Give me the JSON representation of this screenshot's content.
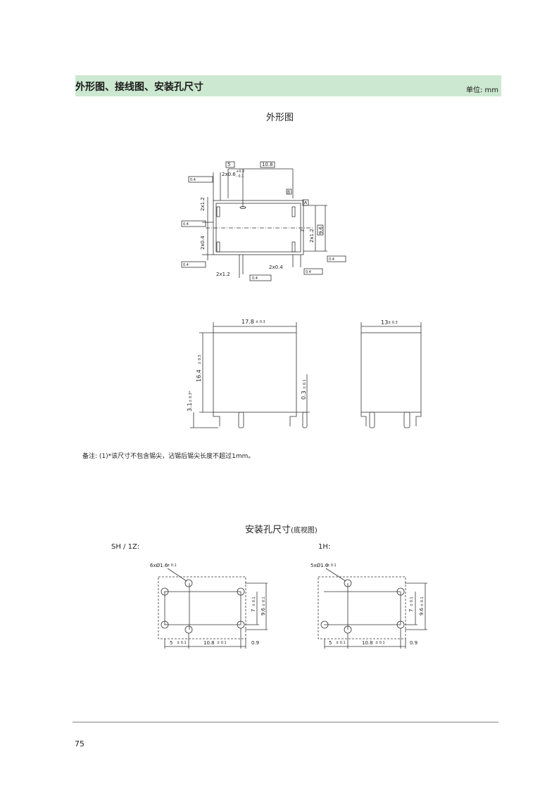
{
  "header": {
    "title": "外形图、接线图、安装孔尺寸",
    "unit": "单位: mm"
  },
  "outline": {
    "title": "外形图",
    "top_view": {
      "dim_5": "5",
      "dim_10_8": "10.8",
      "dim_2x06": "2x0.6",
      "tol_p03": "+0.3",
      "tol_m01": "- 0.1",
      "tol_p02": "+0.2",
      "dim_2x12": "2x1.2",
      "dim_2x04": "2x0.4",
      "dim_7": "7",
      "dim_9_6": "9.6",
      "tol_box": "0.4",
      "ref_A": "A",
      "ref_B": "B"
    },
    "front_view": {
      "width": "17.8",
      "width_tol": "± 0.3",
      "height": "16.4",
      "height_tol": "± 0.3",
      "pin": "3.1",
      "pin_tol": "± 0.3*",
      "gap": "0.3",
      "gap_tol": "± 0.1"
    },
    "side_view": {
      "width": "13",
      "width_tol": "± 0.3"
    }
  },
  "note": "备注: (1)*该尺寸不包含锡尖，沾锡后锡尖长度不超过1mm。",
  "mounting": {
    "title": "安装孔尺寸",
    "title_suffix": "(底视图)",
    "left": {
      "label": "SH / 1Z:",
      "holes": "6xØ1.6",
      "hole_tol": "± 0.1",
      "d5": "5",
      "d10_8": "10.8",
      "d0_9": "0.9",
      "d7": "7",
      "d9_6": "9.6",
      "tol": "± 0.1"
    },
    "right": {
      "label": "1H:",
      "holes": "5xØ1.6",
      "hole_tol": "± 0.1",
      "d5": "5",
      "d10_8": "10.8",
      "d0_9": "0.9",
      "d7": "7",
      "d9_6": "9.6",
      "tol": "± 0.1"
    }
  },
  "footer": {
    "page_number": "75"
  }
}
